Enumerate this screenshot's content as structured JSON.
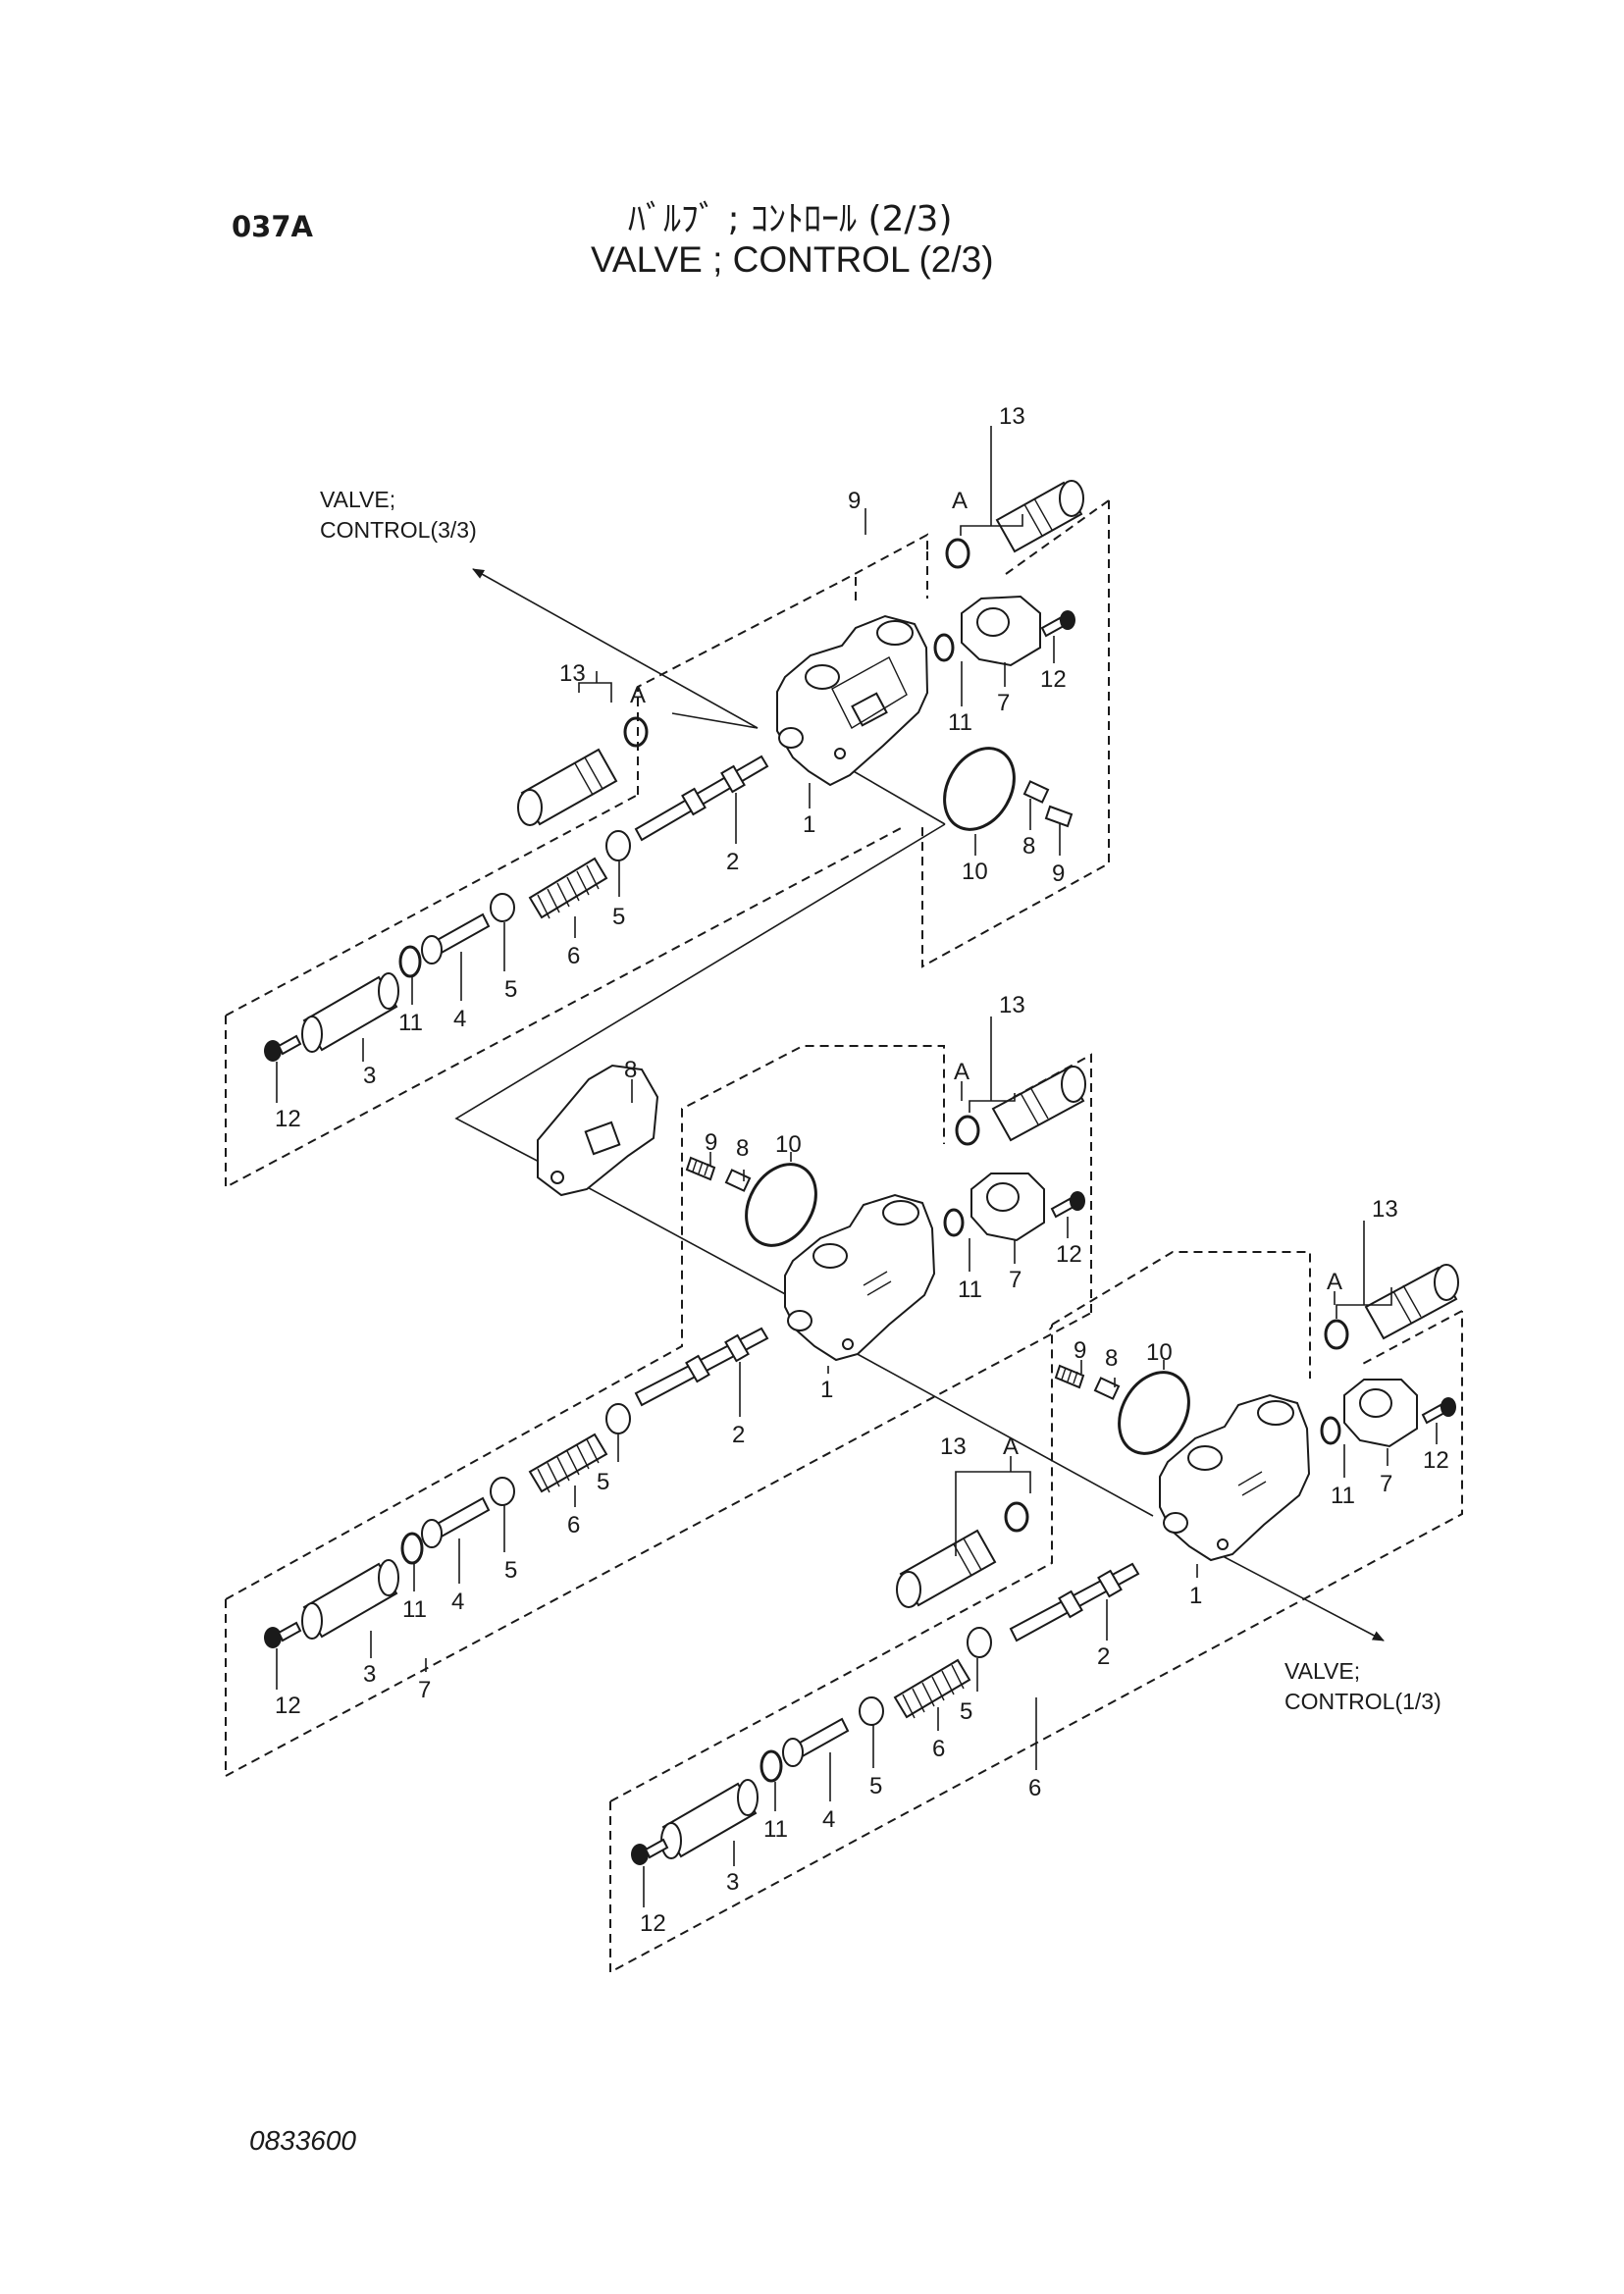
{
  "header": {
    "code": "037A",
    "title_jp": "ﾊﾞﾙﾌﾞ ; ｺﾝﾄﾛｰﾙ (2/3)",
    "title_en": "VALVE ; CONTROL (2/3)"
  },
  "footer": {
    "drawing_number": "0833600"
  },
  "references": {
    "top_left": {
      "line1": "VALVE;",
      "line2": "CONTROL(3/3)"
    },
    "bottom_right": {
      "line1": "VALVE;",
      "line2": "CONTROL(1/3)"
    }
  },
  "callouts": {
    "n1": "1",
    "n2": "2",
    "n3": "3",
    "n4": "4",
    "n5": "5",
    "n6": "6",
    "n7": "7",
    "n8": "8",
    "n9": "9",
    "n10": "10",
    "n11": "11",
    "n12": "12",
    "n13": "13",
    "a": "A"
  }
}
